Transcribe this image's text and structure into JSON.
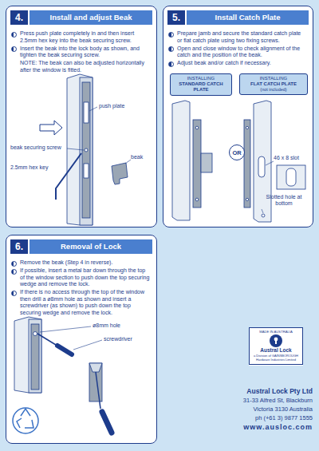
{
  "diagram": {
    "nodes": [
      {
        "text": [
          "Install and adjust Beak",
          "Press push plate completely in and then insert 2.5mm hex key into the beak securing screw.",
          "Insert the beak into the lock body as shown, and tighten the beak securing screw.",
          "NOTE: The beak can also be adjusted horizontally after the window is fitted."
        ]
      },
      {
        "text": [
          "4."
        ],
        "in": 0
      },
      {
        "text": [
          "Install Catch Plate",
          "Prepare jamb and secure the standard catch plate or flat catch plate using two fixing screws.",
          "Open and close window to check alignment of the catch and the position of the beak.",
          "Adjust beak and/or catch if necessary."
        ]
      },
      {
        "text": [
          "5."
        ],
        "in": 2
      },
      {
        "text": [
          "INSTALLING",
          "STANDARD CATCH PLATE"
        ],
        "in": 2
      },
      {
        "text": [
          "INSTALLING",
          "FLAT CATCH PLATE",
          "(not included)"
        ],
        "in": 2
      },
      {
        "text": [
          "OR"
        ],
        "in": 2
      },
      {
        "text": [
          "Removal of Lock",
          "Remove the beak (Step 4 in reverse).",
          "If possible, insert a metal bar down through the top of the window section to push down the top securing wedge and remove the lock.",
          "If there is no access through the top of the window then drill a ø8mm hole as shown and insert a screwdriver (as shown) to push down the top securing wedge and remove the lock."
        ]
      },
      {
        "text": [
          "6."
        ],
        "in": 7
      },
      {
        "text": [
          "MADE IN AUSTRALIA",
          "Austral Lock",
          "a Division of GAINSBOROUGH Hardware Industries Limited"
        ]
      }
    ],
    "labels": [
      "push plate",
      "beak securing screw",
      "2.5mm hex key",
      "beak",
      "46 x 8 slot",
      "Slotted hole at bottom",
      "ø8mm hole",
      "screwdriver",
      "Austral Lock Pty Ltd",
      "31-33 Alfred St, Blackburn",
      "Victoria 3130 Australia",
      "ph (+61 3) 9877 1555",
      "www.ausloc.com"
    ]
  }
}
